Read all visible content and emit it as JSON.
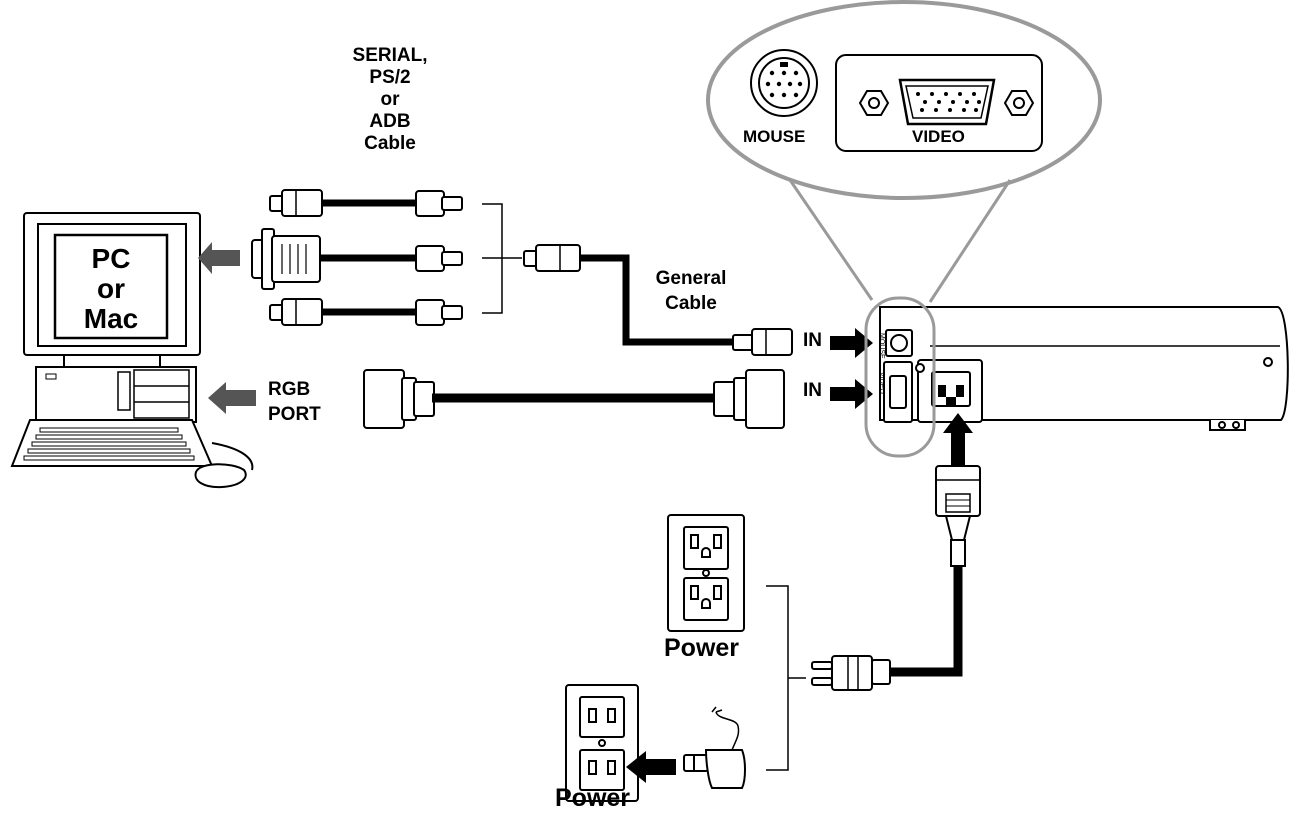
{
  "diagram": {
    "labels": {
      "serial_cable": [
        "SERIAL,",
        "PS/2",
        "or",
        "ADB",
        "Cable"
      ],
      "general_cable": [
        "General",
        "Cable"
      ],
      "computer": [
        "PC",
        "or",
        "Mac"
      ],
      "rgb_port": [
        "RGB",
        "PORT"
      ],
      "in_top": "IN",
      "in_bottom": "IN",
      "mouse_port": "MOUSE",
      "video_port": "VIDEO",
      "power_top": "Power",
      "power_bottom": "Power",
      "side_mouse": "MOUSE",
      "side_video": "VIDEO"
    },
    "colors": {
      "ink": "#000000",
      "arrow": "#555555",
      "zoom_outline": "#9a9a9a",
      "background": "#ffffff"
    }
  }
}
